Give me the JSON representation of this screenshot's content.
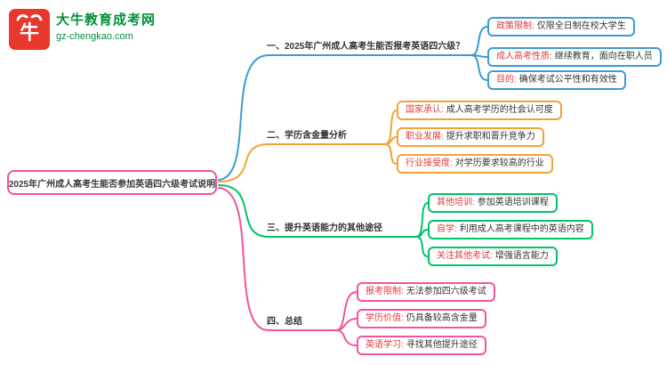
{
  "logo": {
    "brand": "大牛教育成考网",
    "domain": "gz-chengkao.com",
    "icon_char": "牛"
  },
  "colors": {
    "branch1_blue": "#3d9ad3",
    "branch2_orange": "#f2a338",
    "branch3_green": "#00c36a",
    "branch4_pink": "#f0549e",
    "prefix_red": "#e03a3a",
    "brand_green": "#00913a",
    "logo_red": "#e8382d"
  },
  "root": {
    "label": "2025年广州成人高考生能否参加英语四六级考试说明"
  },
  "branches": [
    {
      "label": "一、2025年广州成人高考生能否报考英语四六级？",
      "children": [
        {
          "prefix": "政策限制:",
          "text": "仅限全日制在校大学生"
        },
        {
          "prefix": "成人高考性质:",
          "text": "继续教育，面向在职人员"
        },
        {
          "prefix": "目的:",
          "text": "确保考试公平性和有效性"
        }
      ]
    },
    {
      "label": "二、学历含金量分析",
      "children": [
        {
          "prefix": "国家承认:",
          "text": "成人高考学历的社会认可度"
        },
        {
          "prefix": "职业发展:",
          "text": "提升求职和晋升竞争力"
        },
        {
          "prefix": "行业接受度:",
          "text": "对学历要求较高的行业"
        }
      ]
    },
    {
      "label": "三、提升英语能力的其他途径",
      "children": [
        {
          "prefix": "其他培训:",
          "text": "参加英语培训课程"
        },
        {
          "prefix": "自学:",
          "text": "利用成人高考课程中的英语内容"
        },
        {
          "prefix": "关注其他考试:",
          "text": "增强语言能力"
        }
      ]
    },
    {
      "label": "四、总结",
      "children": [
        {
          "prefix": "报考限制:",
          "text": "无法参加四六级考试"
        },
        {
          "prefix": "学历价值:",
          "text": "仍具备较高含金量"
        },
        {
          "prefix": "英语学习:",
          "text": "寻找其他提升途径"
        }
      ]
    }
  ]
}
